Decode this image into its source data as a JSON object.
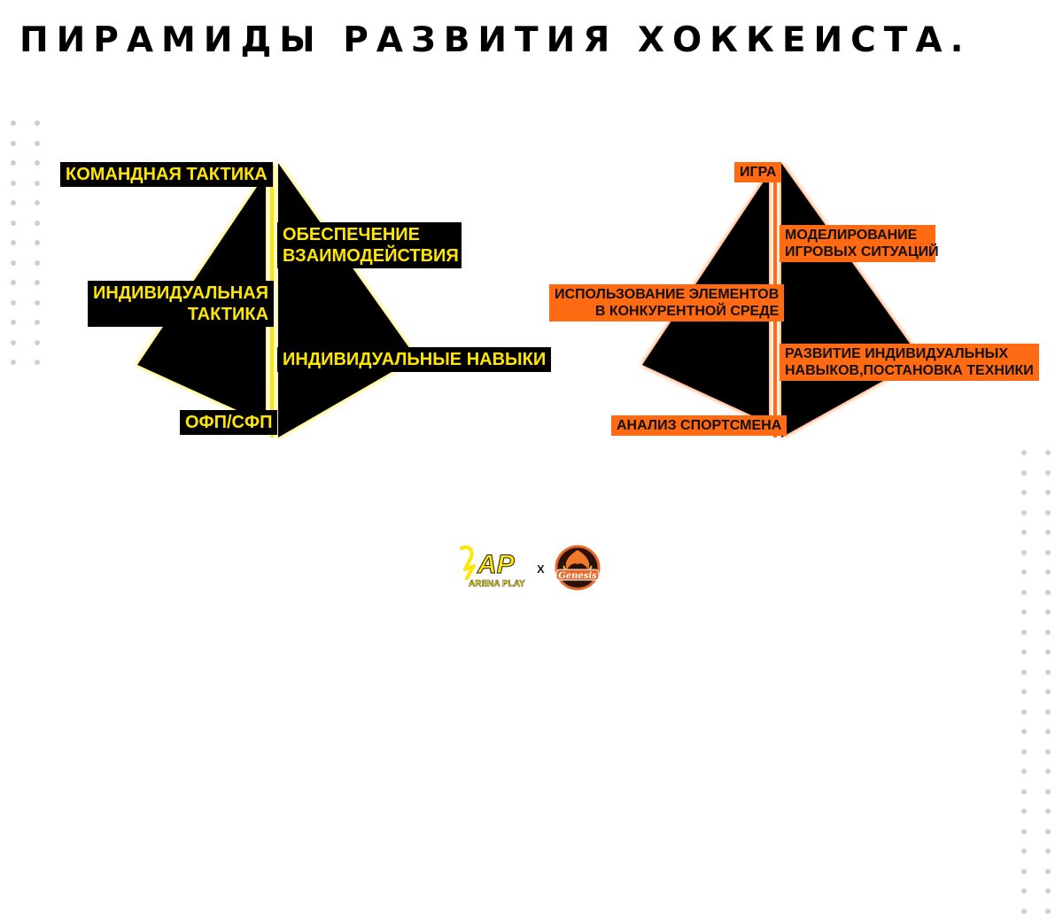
{
  "title": "ПИРАМИДЫ РАЗВИТИЯ ХОККЕИСТА.",
  "colors": {
    "yellow": "#ffe600",
    "orange": "#ff6a13",
    "black": "#000000"
  },
  "left_pyramid": {
    "left_labels": [
      "КОМАНДНАЯ ТАКТИКА",
      "ИНДИВИДУАЛЬНАЯ",
      "ТАКТИКА",
      "ОФП/СФП"
    ],
    "right_labels": [
      "ОБЕСПЕЧЕНИЕ",
      "ВЗАИМОДЕЙСТВИЯ",
      "ИНДИВИДУАЛЬНЫЕ НАВЫКИ"
    ]
  },
  "right_pyramid": {
    "left_labels": [
      "ИГРА",
      "ИСПОЛЬЗОВАНИЕ ЭЛЕМЕНТОВ",
      "В КОНКУРЕНТНОЙ СРЕДЕ",
      "АНАЛИЗ СПОРТСМЕНА"
    ],
    "right_labels": [
      "МОДЕЛИРОВАНИЕ",
      "ИГРОВЫХ СИТУАЦИЙ",
      "РАЗВИТИЕ ИНДИВИДУАЛЬНЫХ",
      "НАВЫКОВ,ПОСТАНОВКА ТЕХНИКИ"
    ]
  },
  "footer": {
    "logo1": "AP",
    "logo1_sub": "ARENA PLAY",
    "separator": "X",
    "logo2": "Genesis"
  }
}
